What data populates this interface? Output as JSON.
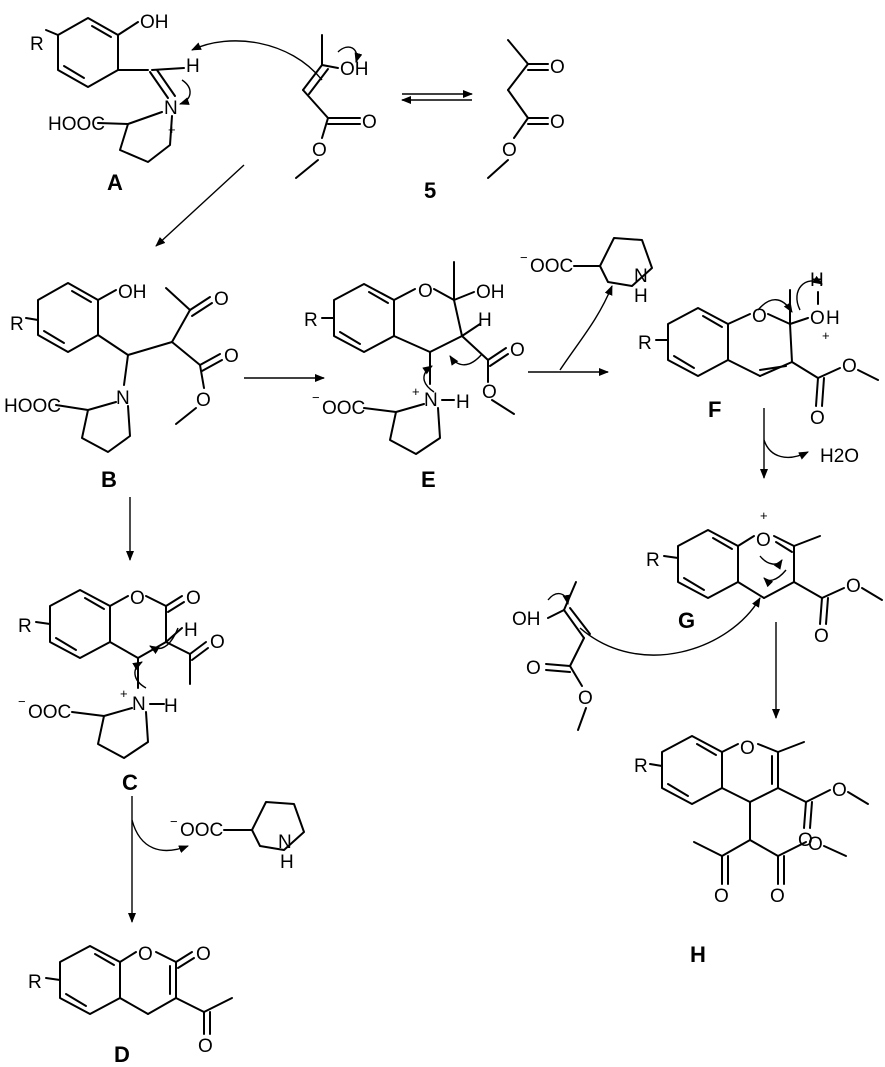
{
  "atoms": {
    "OH": "OH",
    "O": "O",
    "H": "H",
    "N": "N",
    "R": "R",
    "HOOC": "HOOC",
    "OOC": "OOC",
    "H2O": "H2O",
    "plus": "+",
    "minus": "−"
  },
  "labels": {
    "A": "A",
    "B": "B",
    "C": "C",
    "D": "D",
    "E": "E",
    "F": "F",
    "G": "G",
    "H": "H",
    "n5": "5"
  }
}
